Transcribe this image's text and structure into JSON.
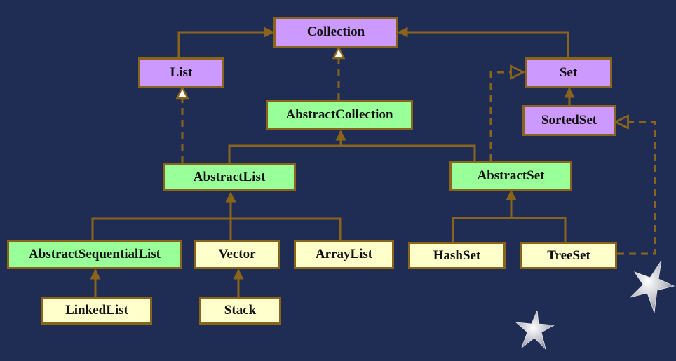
{
  "colors": {
    "background": "#1f2d55",
    "interface": "#cc99ff",
    "abstract_class": "#99ff99",
    "concrete_class": "#ffffcc",
    "connector": "#8a6418"
  },
  "nodes": {
    "collection": "Collection",
    "list": "List",
    "set": "Set",
    "sorted_set": "SortedSet",
    "abstract_collection": "AbstractCollection",
    "abstract_list": "AbstractList",
    "abstract_set": "AbstractSet",
    "abstract_sequential_list": "AbstractSequentialList",
    "vector": "Vector",
    "array_list": "ArrayList",
    "hash_set": "HashSet",
    "tree_set": "TreeSet",
    "linked_list": "LinkedList",
    "stack": "Stack"
  },
  "decorations": [
    "star-icon",
    "star-icon"
  ]
}
